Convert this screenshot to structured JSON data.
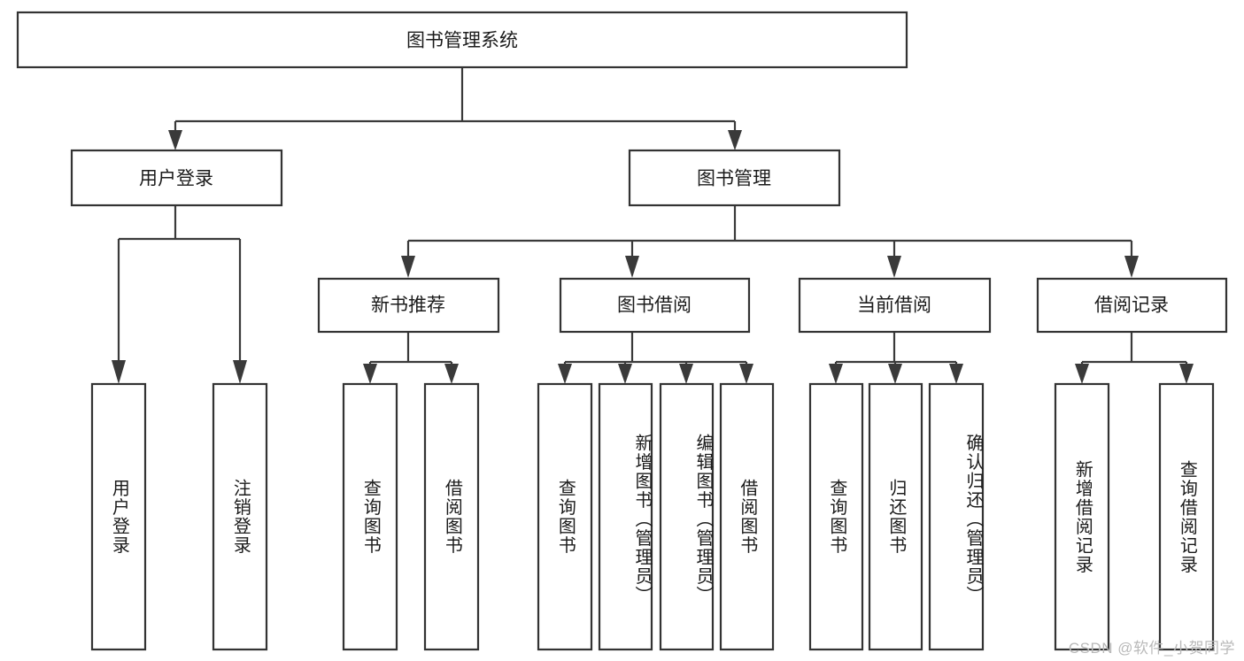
{
  "diagram": {
    "title": "图书管理系统",
    "type": "hierarchy-tree",
    "watermark": "CSDN @软件_小贺同学",
    "colors": {
      "box_stroke": "#333333",
      "box_fill": "#ffffff",
      "connector": "#3a3a3a",
      "text": "#1b1b1b",
      "watermark": "#b9b9b9",
      "background": "#ffffff"
    }
  },
  "chart_data": {
    "type": "tree",
    "title": "图书管理系统",
    "root": {
      "label": "图书管理系统",
      "children": [
        {
          "label": "用户登录",
          "children": [
            {
              "label": "用户登录"
            },
            {
              "label": "注销登录"
            }
          ]
        },
        {
          "label": "图书管理",
          "children": [
            {
              "label": "新书推荐",
              "children": [
                {
                  "label": "查询图书"
                },
                {
                  "label": "借阅图书"
                }
              ]
            },
            {
              "label": "图书借阅",
              "children": [
                {
                  "label": "查询图书"
                },
                {
                  "label": "新增图书（管理员）"
                },
                {
                  "label": "编辑图书（管理员）"
                },
                {
                  "label": "借阅图书"
                }
              ]
            },
            {
              "label": "当前借阅",
              "children": [
                {
                  "label": "查询图书"
                },
                {
                  "label": "归还图书"
                },
                {
                  "label": "确认归还（管理员）"
                }
              ]
            },
            {
              "label": "借阅记录",
              "children": [
                {
                  "label": "新增借阅记录"
                },
                {
                  "label": "查询借阅记录"
                }
              ]
            }
          ]
        }
      ]
    }
  },
  "nodes": {
    "level0": {
      "root": "图书管理系统"
    },
    "level1": {
      "user_login": "用户登录",
      "book_manage": "图书管理"
    },
    "level2": {
      "new_book_rec": "新书推荐",
      "book_borrow": "图书借阅",
      "current_borrow": "当前借阅",
      "borrow_record": "借阅记录"
    },
    "level3": {
      "login_query": "用户登录",
      "login_logout": "注销登录",
      "rec_query_book": "查询图书",
      "rec_borrow_book": "借阅图书",
      "borrow_query_book": "查询图书",
      "borrow_add_book": "新增图书（管理员）",
      "borrow_edit_book": "编辑图书（管理员）",
      "borrow_borrow_book": "借阅图书",
      "cur_query_book": "查询图书",
      "cur_return_book": "归还图书",
      "cur_confirm_return": "确认归还（管理员）",
      "rec_add_record": "新增借阅记录",
      "rec_query_record": "查询借阅记录"
    }
  }
}
